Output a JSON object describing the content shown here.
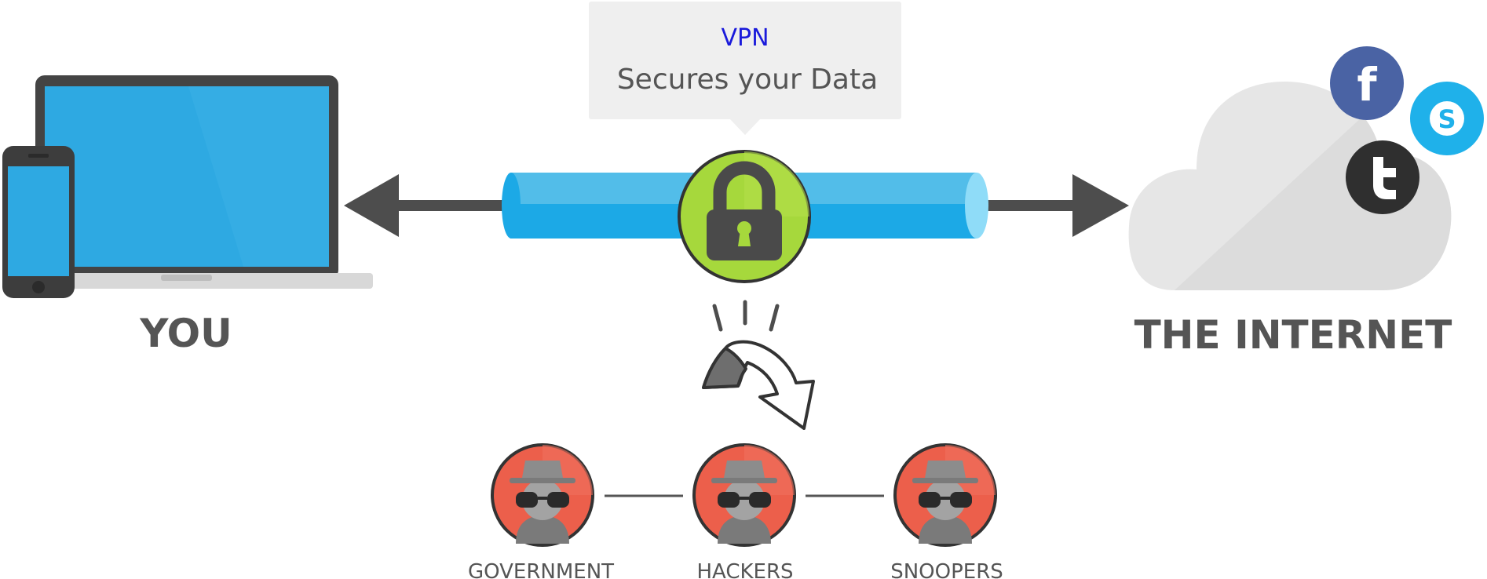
{
  "callout": {
    "title": "VPN",
    "subtitle": "Secures your Data"
  },
  "endpoints": {
    "left_label": "YOU",
    "right_label": "THE INTERNET"
  },
  "threats": [
    {
      "label": "GOVERNMENT"
    },
    {
      "label": "HACKERS"
    },
    {
      "label": "SNOOPERS"
    }
  ],
  "social_icons": [
    "facebook-icon",
    "skype-icon",
    "twitter-icon"
  ],
  "colors": {
    "tunnel": "#1ca9e6",
    "tunnel_highlight": "#52bde9",
    "lock_badge": "#a6d83c",
    "threat_badge": "#ec5f4b",
    "screen": "#2ea9e2",
    "device_frame": "#444444",
    "arrow": "#4d4d4d",
    "cloud": "#e6e6e6",
    "facebook": "#4a63a4",
    "skype": "#1fb1ea",
    "twitter": "#2f2f2f",
    "callout_bg": "#efefef"
  }
}
